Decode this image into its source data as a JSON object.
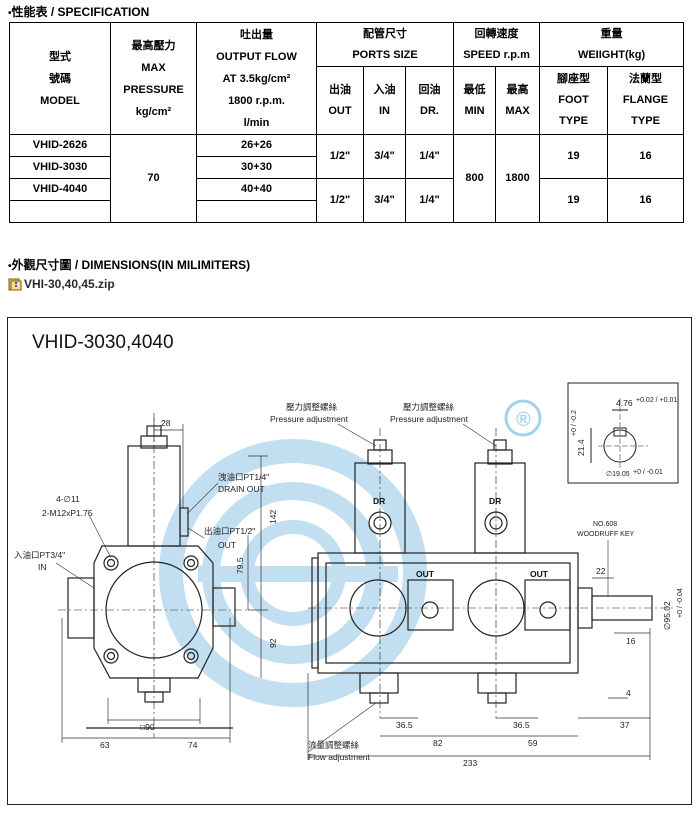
{
  "spec_heading": {
    "bullet": "•",
    "text": "性能表 / SPECIFICATION"
  },
  "table": {
    "model": {
      "zh1": "型式",
      "zh2": "號碼",
      "en": "MODEL"
    },
    "max_pressure": {
      "zh": "最高壓力",
      "en1": "MAX",
      "en2": "PRESSURE",
      "unit": "kg/cm²"
    },
    "output_flow": {
      "zh": "吐出量",
      "en": "OUTPUT FLOW",
      "line1": "AT 3.5kg/cm²",
      "line2": "1800 r.p.m.",
      "unit": "l/min"
    },
    "ports_size": {
      "zh": "配管尺寸",
      "en": "PORTS SIZE",
      "out_zh": "出油",
      "out_en": "OUT",
      "in_zh": "入油",
      "in_en": "IN",
      "dr_zh": "回油",
      "dr_en": "DR."
    },
    "speed": {
      "zh": "回轉速度",
      "en": "SPEED r.p.m",
      "min_zh": "最低",
      "min_en": "MIN",
      "max_zh": "最高",
      "max_en": "MAX"
    },
    "weight": {
      "zh": "重量",
      "en": "WEIIGHT(kg)",
      "foot_zh": "腳座型",
      "foot_en1": "FOOT",
      "foot_en2": "TYPE",
      "flange_zh": "法蘭型",
      "flange_en1": "FLANGE",
      "flange_en2": "TYPE"
    },
    "rows": [
      {
        "model": "VHID-2626",
        "flow": "26+26"
      },
      {
        "model": "VHID-3030",
        "flow": "30+30"
      },
      {
        "model": "VHID-4040",
        "flow": "40+40"
      },
      {
        "model": "",
        "flow": ""
      }
    ],
    "pressure_value": "70",
    "port_groups": [
      {
        "out": "1/2\"",
        "in": "3/4\"",
        "dr": "1/4\""
      },
      {
        "out": "1/2\"",
        "in": "3/4\"",
        "dr": "1/4\""
      }
    ],
    "speed_min": "800",
    "speed_max": "1800",
    "weight_groups": [
      {
        "foot": "19",
        "flange": "16"
      },
      {
        "foot": "19",
        "flange": "16"
      }
    ]
  },
  "dim_heading": {
    "bullet": "•",
    "text": "外觀尺寸圖 / DIMENSIONS(IN MILIMITERS)"
  },
  "zip_link": {
    "icon": "zip-file-icon",
    "text": "VHI-30,40,45.zip"
  },
  "drawing": {
    "title": "VHID-3030,4040",
    "labels": {
      "bolt1": "4-∅11",
      "bolt2": "2-M12xP1.75",
      "inlet_zh": "入油口PT3/4\"",
      "inlet_en": "IN",
      "drain_zh": "洩油口PT1/4\"",
      "drain_en": "DRAIN OUT",
      "outlet_zh": "出油口PT1/2\"",
      "outlet_en": "OUT",
      "pressure_adj_zh_1": "壓力調整螺絲",
      "pressure_adj_en_1": "Pressure adjustment",
      "pressure_adj_zh_2": "壓力調整螺絲",
      "pressure_adj_en_2": "Pressure adjustment",
      "flow_adj_zh": "流量調整螺絲",
      "flow_adj_en": "Flow adjustment",
      "dr1": "DR",
      "dr2": "DR",
      "out1": "OUT",
      "out2": "OUT",
      "key": "NO.608",
      "key2": "WOODRUFF KEY",
      "registered": "®"
    },
    "dims": {
      "d28": "28",
      "d142": "142",
      "d79_5": "79.5",
      "d92": "92",
      "d90": "□90",
      "d63": "63",
      "d74": "74",
      "d36_5a": "36.5",
      "d36_5b": "36.5",
      "d82": "82",
      "d59": "59",
      "d233": "233",
      "d22": "22",
      "d16": "16",
      "d4": "4",
      "d37": "37",
      "d4_76": "4.76",
      "d4_76_tol": "+0.02 / +0.01",
      "d21_4": "21.4",
      "d21_4_tol": "+0 / -0.2",
      "d19_05": "∅19.05",
      "d19_05_tol": "+0 / -0.01",
      "d95_02": "∅95.02",
      "d95_02_tol": "+0 / -0.04"
    }
  }
}
